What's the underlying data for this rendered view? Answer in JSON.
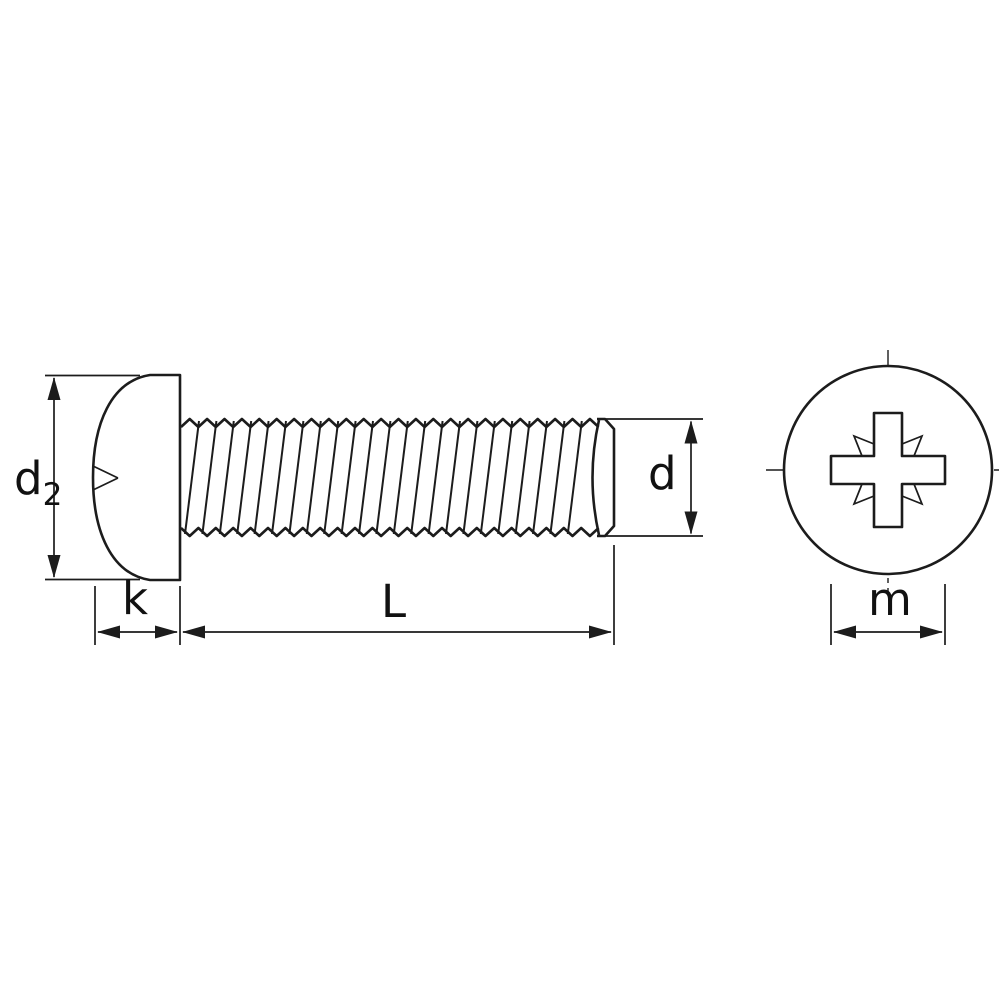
{
  "labels": {
    "head_diameter_main": "d",
    "head_diameter_sub": "2",
    "head_height": "k",
    "screw_length": "L",
    "thread_diameter": "d",
    "recess_width": "m"
  },
  "colors": {
    "background": "#ffffff",
    "line": "#1c1c1c"
  }
}
